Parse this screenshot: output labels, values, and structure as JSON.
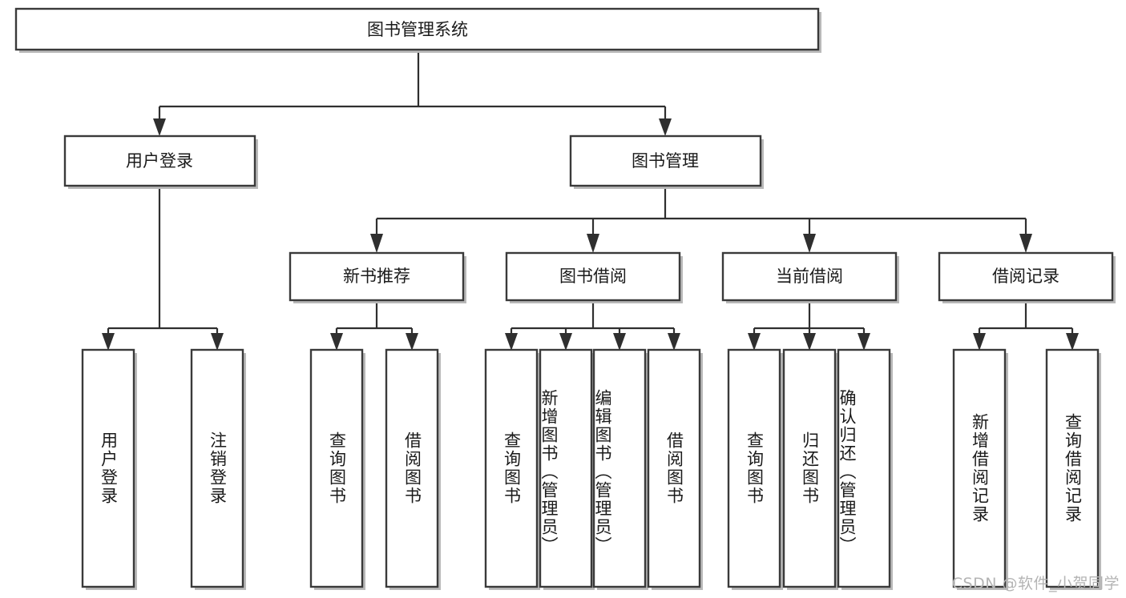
{
  "diagram": {
    "type": "tree",
    "title": "图书管理系统",
    "watermark": "CSDN @软件_小贺同学",
    "colors": {
      "box_stroke": "#3a3a3a",
      "box_fill": "#ffffff",
      "connector": "#2f2f2f",
      "text": "#1a1a1a",
      "watermark": "#b4b4b4",
      "background": "#ffffff"
    },
    "root": {
      "label": "图书管理系统"
    },
    "level2": [
      {
        "id": "user-login",
        "label": "用户登录"
      },
      {
        "id": "book-manage",
        "label": "图书管理"
      }
    ],
    "level3": [
      {
        "id": "new-book-recommend",
        "label": "新书推荐",
        "parent": "book-manage"
      },
      {
        "id": "book-borrow",
        "label": "图书借阅",
        "parent": "book-manage"
      },
      {
        "id": "current-borrow",
        "label": "当前借阅",
        "parent": "book-manage"
      },
      {
        "id": "borrow-record",
        "label": "借阅记录",
        "parent": "book-manage"
      }
    ],
    "leaves": {
      "user-login": [
        {
          "id": "leaf-user-login",
          "label": "用户登录"
        },
        {
          "id": "leaf-logout-login",
          "label": "注销登录"
        }
      ],
      "new-book-recommend": [
        {
          "id": "leaf-query-book-1",
          "label": "查询图书"
        },
        {
          "id": "leaf-borrow-book-1",
          "label": "借阅图书"
        }
      ],
      "book-borrow": [
        {
          "id": "leaf-query-book-2",
          "label": "查询图书"
        },
        {
          "id": "leaf-add-book",
          "label": "新增图书（管理员）"
        },
        {
          "id": "leaf-edit-book",
          "label": "编辑图书（管理员）"
        },
        {
          "id": "leaf-borrow-book-2",
          "label": "借阅图书"
        }
      ],
      "current-borrow": [
        {
          "id": "leaf-query-book-3",
          "label": "查询图书"
        },
        {
          "id": "leaf-return-book",
          "label": "归还图书"
        },
        {
          "id": "leaf-confirm-return",
          "label": "确认归还（管理员）"
        }
      ],
      "borrow-record": [
        {
          "id": "leaf-add-record",
          "label": "新增借阅记录"
        },
        {
          "id": "leaf-query-record",
          "label": "查询借阅记录"
        }
      ]
    }
  }
}
